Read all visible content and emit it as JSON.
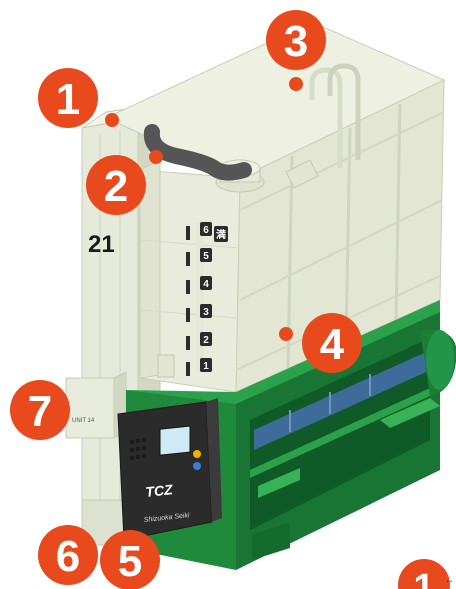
{
  "callouts": [
    "1",
    "2",
    "3",
    "4",
    "5",
    "6",
    "7"
  ],
  "legend_marker": "1",
  "legend_dots": "..",
  "unit_number": "21",
  "side_label": "UNIT 14",
  "level_markers": [
    "6",
    "5",
    "4",
    "3",
    "2",
    "1"
  ],
  "full_mark": "満",
  "control_panel": {
    "logo": "TCZ",
    "brand": "Shizuoka Seiki"
  },
  "colors": {
    "callout": "#e8491d",
    "body": "#ecefdf",
    "body_shade": "#dfe3cf",
    "green": "#1f8a3c",
    "green_dark": "#137030",
    "panel": "#2e2e2e",
    "duct": "#555555"
  }
}
